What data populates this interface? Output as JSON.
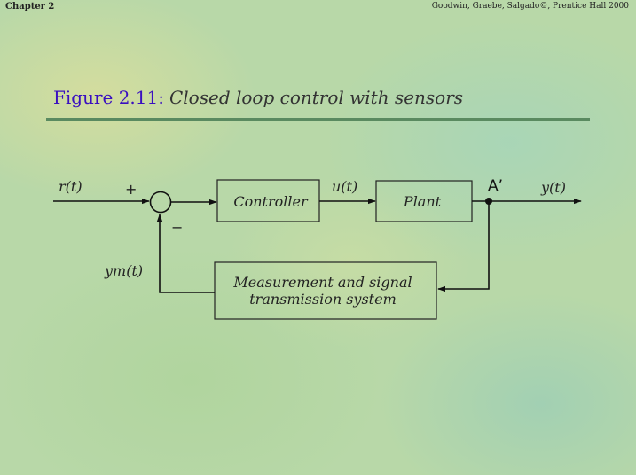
{
  "header": {
    "chapter": "Chapter 2",
    "credit": "Goodwin, Graebe, Salgado©, Prentice Hall 2000"
  },
  "title": {
    "figure_label": "Figure 2.11:",
    "caption": "Closed loop control with sensors"
  },
  "diagram": {
    "blocks": {
      "controller": "Controller",
      "plant": "Plant",
      "measurement_line1": "Measurement and signal",
      "measurement_line2": "transmission system"
    },
    "signals": {
      "reference": "r(t)",
      "control": "u(t)",
      "output": "y(t)",
      "measured": "ym(t)",
      "point": "A’"
    },
    "signs": {
      "plus": "+",
      "minus": "−"
    }
  }
}
